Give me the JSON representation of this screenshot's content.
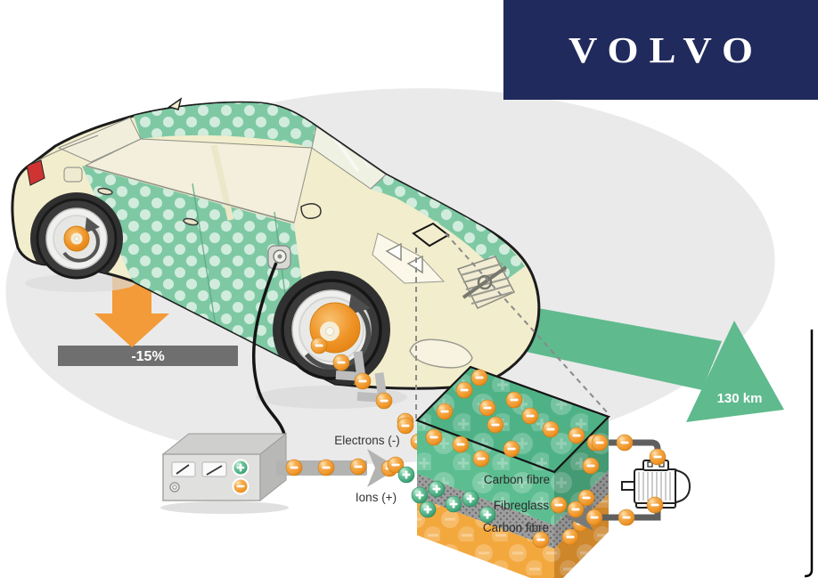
{
  "banner": {
    "brand_name": "VOLVO",
    "background_color": "#202a5c",
    "text_color": "#ffffff"
  },
  "annotations": {
    "weight_badge": "-15%",
    "range_label": "130 km",
    "electron_flow_label": "Electrons (-)",
    "ion_flow_label": "Ions (+)"
  },
  "battery_panel": {
    "layers": [
      {
        "name": "Carbon fibre",
        "color": "#5cbd90"
      },
      {
        "name": "Fibreglass",
        "color": "#a2a2a2"
      },
      {
        "name": "Carbon fibre",
        "color": "#f3a83e"
      }
    ]
  },
  "icons": {
    "electron_sphere": "minus-orb",
    "ion_sphere": "plus-orb",
    "charger_unit": "power-supply-box",
    "electric_motor": "motor",
    "weight_arrow": "down-arrow",
    "range_arrow": "right-arrow",
    "wheel_hub_motor": "rotation-arrow-hub"
  },
  "colors": {
    "accent_orange": "#f29b38",
    "accent_green": "#5fba8e",
    "badge_gray": "#6f6f6f",
    "car_body": "#f2edcc",
    "panel_green": "#7ec9a4",
    "background_ellipse": "#eaeaea"
  }
}
